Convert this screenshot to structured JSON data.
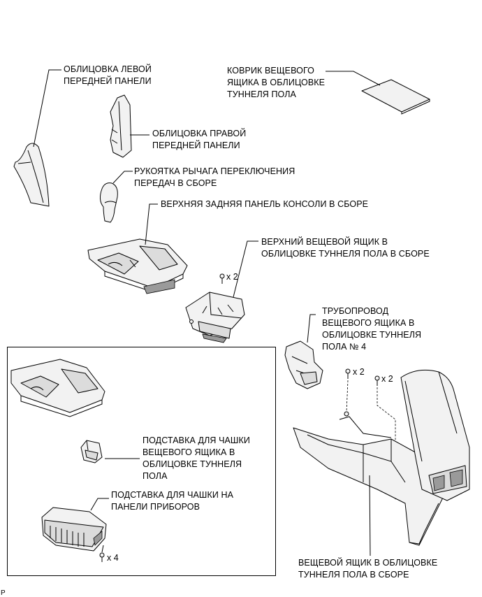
{
  "labels": {
    "left_front_panel": "ОБЛИЦОВКА ЛЕВОЙ\nПЕРЕДНЕЙ ПАНЕЛИ",
    "right_front_panel": "ОБЛИЦОВКА ПРАВОЙ\nПЕРЕДНЕЙ ПАНЕЛИ",
    "shift_knob": "РУКОЯТКА РЫЧАГА ПЕРЕКЛЮЧЕНИЯ\nПЕРЕДАЧ В СБОРЕ",
    "upper_rear_console_panel": "ВЕРХНЯЯ ЗАДНЯЯ ПАНЕЛЬ КОНСОЛИ В СБОРЕ",
    "box_mat": "КОВРИК ВЕЩЕВОГО\nЯЩИКА В ОБЛИЦОВКЕ\nТУННЕЛЯ ПОЛА",
    "upper_console_box": "ВЕРХНИЙ ВЕЩЕВОЙ ЯЩИК В\nОБЛИЦОВКЕ ТУННЕЛЯ ПОЛА В СБОРЕ",
    "box_duct": "ТРУБОПРОВОД\nВЕЩЕВОГО ЯЩИКА В\nОБЛИЦОВКЕ ТУННЕЛЯ\nПОЛА № 4",
    "console_cup_holder": "ПОДСТАВКА ДЛЯ ЧАШКИ\nВЕЩЕВОГО ЯЩИКА В\nОБЛИЦОВКЕ ТУННЕЛЯ\nПОЛА",
    "instrument_panel_cup_holder": "ПОДСТАВКА ДЛЯ ЧАШКИ НА\nПАНЕЛИ ПРИБОРОВ",
    "console_box_assembly": "ВЕЩЕВОЙ ЯЩИК В ОБЛИЦОВКЕ\nТУННЕЛЯ ПОЛА В СБОРЕ"
  },
  "quantities": {
    "upper_box_screws": "x 2",
    "duct_screws": "x 2",
    "armrest_screws": "x 2",
    "cup_holder_screws": "x 4"
  },
  "corner_mark": "P"
}
